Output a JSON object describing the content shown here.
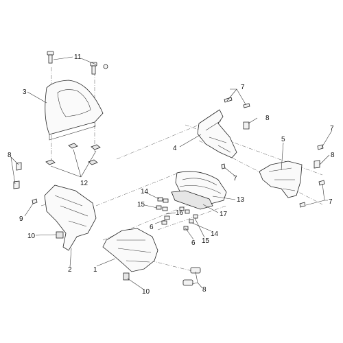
{
  "diagram": {
    "type": "exploded-parts-view",
    "callouts": [
      {
        "id": "c11",
        "text": "11"
      },
      {
        "id": "c3",
        "text": "3"
      },
      {
        "id": "c7a",
        "text": "7"
      },
      {
        "id": "c8a",
        "text": "8"
      },
      {
        "id": "c4",
        "text": "4"
      },
      {
        "id": "c5",
        "text": "5"
      },
      {
        "id": "c7b",
        "text": "7"
      },
      {
        "id": "c8b",
        "text": "8"
      },
      {
        "id": "c7c",
        "text": "7"
      },
      {
        "id": "c7d",
        "text": "7"
      },
      {
        "id": "c8c",
        "text": "8"
      },
      {
        "id": "c12",
        "text": "12"
      },
      {
        "id": "c14a",
        "text": "14"
      },
      {
        "id": "c15a",
        "text": "15"
      },
      {
        "id": "c16",
        "text": "16"
      },
      {
        "id": "c13",
        "text": "13"
      },
      {
        "id": "c17",
        "text": "17"
      },
      {
        "id": "c9",
        "text": "9"
      },
      {
        "id": "c10a",
        "text": "10"
      },
      {
        "id": "c6a",
        "text": "6"
      },
      {
        "id": "c6b",
        "text": "6"
      },
      {
        "id": "c15b",
        "text": "15"
      },
      {
        "id": "c14b",
        "text": "14"
      },
      {
        "id": "c2",
        "text": "2"
      },
      {
        "id": "c1",
        "text": "1"
      },
      {
        "id": "c8d",
        "text": "8"
      },
      {
        "id": "c10b",
        "text": "10"
      }
    ]
  }
}
